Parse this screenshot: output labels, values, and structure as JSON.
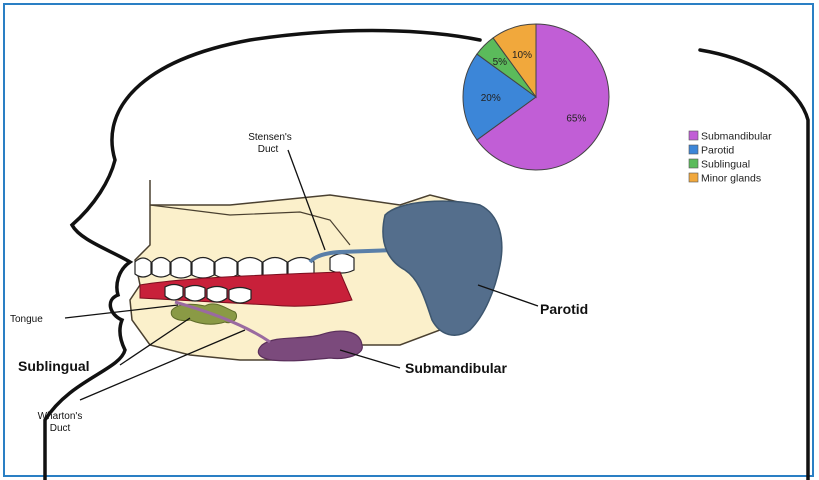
{
  "labels": {
    "stensens_line1": "Stensen's",
    "stensens_line2": "Duct",
    "tongue": "Tongue",
    "sublingual": "Sublingual",
    "submandibular": "Submandibular",
    "parotid": "Parotid",
    "whartons_line1": "Wharton's",
    "whartons_line2": "Duct"
  },
  "chart_data": {
    "type": "pie",
    "slices": [
      {
        "label": "Submandibular",
        "value": 65,
        "text": "65%",
        "color": "#c15ed6"
      },
      {
        "label": "Parotid",
        "value": 20,
        "text": "20%",
        "color": "#3c86d8"
      },
      {
        "label": "Sublingual",
        "value": 5,
        "text": "5%",
        "color": "#5bbb5b"
      },
      {
        "label": "Minor glands",
        "value": 10,
        "text": "10%",
        "color": "#f1a83c"
      }
    ],
    "start": "12 o'clock",
    "direction": "clockwise",
    "legend": "right"
  }
}
